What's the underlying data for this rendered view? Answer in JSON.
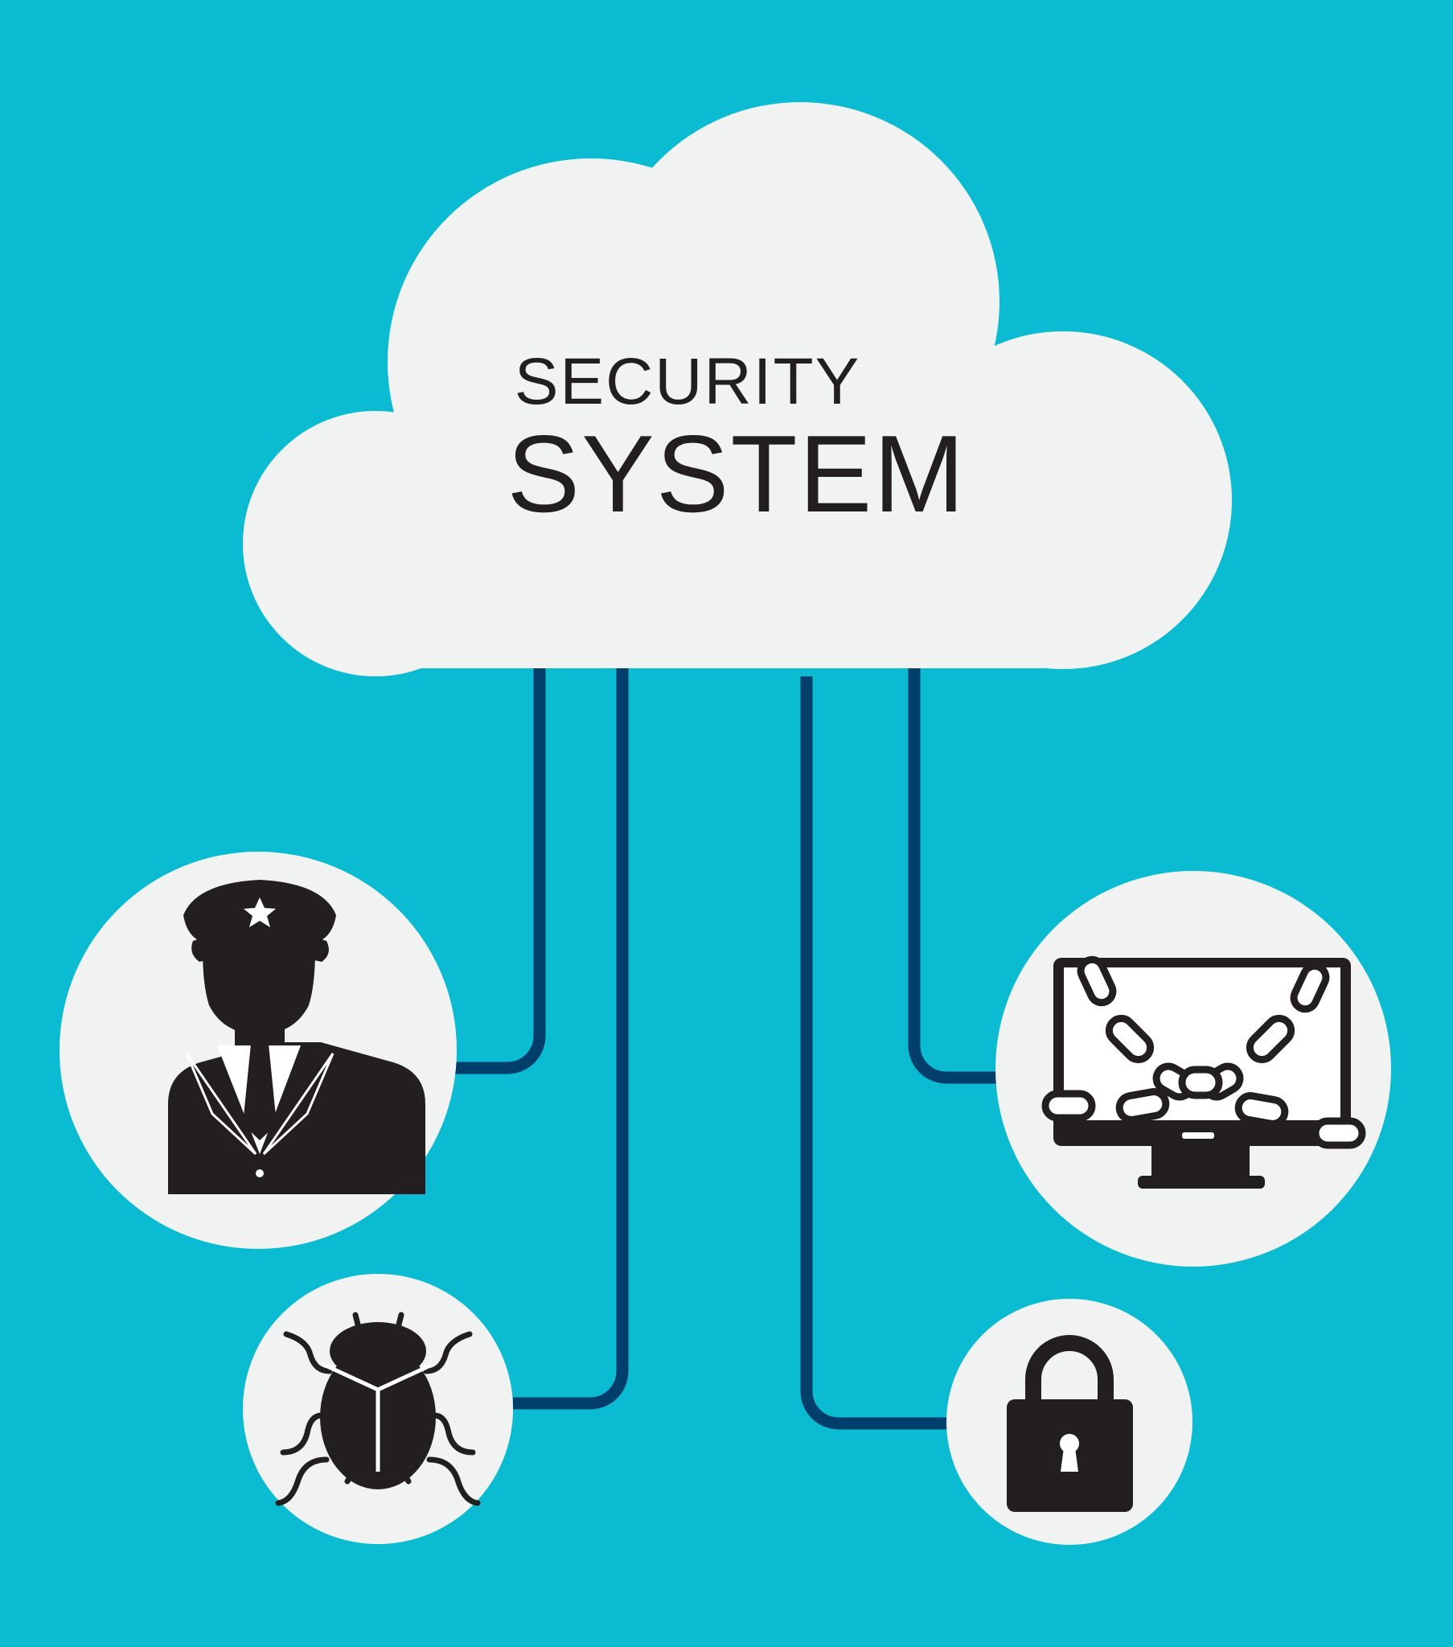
{
  "title": {
    "line1": "SECURITY",
    "line2": "SYSTEM"
  },
  "colors": {
    "background": "#0BBBD1",
    "cloud": "#F1F3F2",
    "connector": "#003E6B",
    "icon": "#231F20",
    "icon_highlight": "#FFFFFF"
  },
  "nodes": [
    {
      "id": "guard",
      "icon": "security-guard-icon"
    },
    {
      "id": "bug",
      "icon": "bug-icon"
    },
    {
      "id": "chained-monitor",
      "icon": "chained-monitor-icon"
    },
    {
      "id": "lock",
      "icon": "padlock-icon"
    }
  ]
}
